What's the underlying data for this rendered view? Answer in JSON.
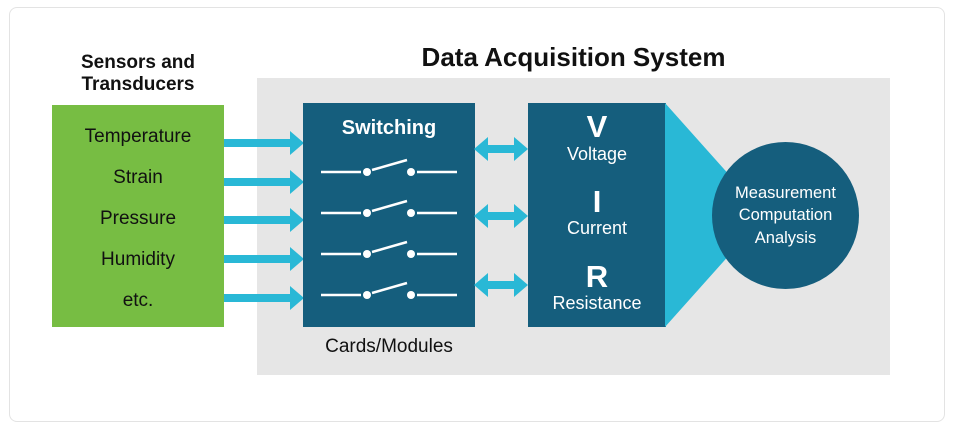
{
  "title": "Data Acquisition System",
  "sensors": {
    "heading": "Sensors and\nTransducers",
    "items": [
      "Temperature",
      "Strain",
      "Pressure",
      "Humidity",
      "etc."
    ]
  },
  "switching": {
    "label": "Switching",
    "caption": "Cards/Modules"
  },
  "measurements": {
    "voltage": {
      "symbol": "V",
      "label": "Voltage"
    },
    "current": {
      "symbol": "I",
      "label": "Current"
    },
    "resistance": {
      "symbol": "R",
      "label": "Resistance"
    }
  },
  "output": {
    "lines": [
      "Measurement",
      "Computation",
      "Analysis"
    ]
  },
  "colors": {
    "green": "#77BD43",
    "cyan": "#29B8D6",
    "teal": "#155E7D",
    "panel_gray": "#E6E6E6"
  }
}
